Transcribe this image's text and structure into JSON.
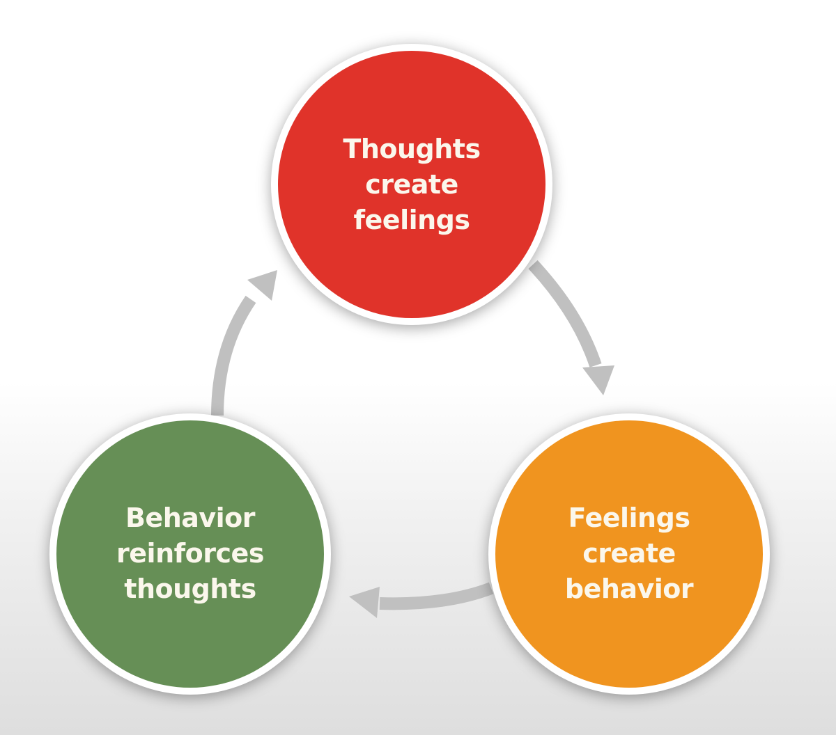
{
  "diagram": {
    "type": "cycle",
    "nodes": [
      {
        "id": "thoughts",
        "lines": [
          "Thoughts",
          "create",
          "feelings"
        ],
        "color": "#e0332a"
      },
      {
        "id": "feelings",
        "lines": [
          "Feelings",
          "create",
          "behavior"
        ],
        "color": "#f0941f"
      },
      {
        "id": "behavior",
        "lines": [
          "Behavior",
          "reinforces",
          "thoughts"
        ],
        "color": "#668f56"
      }
    ],
    "edges": [
      {
        "from": "thoughts",
        "to": "feelings"
      },
      {
        "from": "feelings",
        "to": "behavior"
      },
      {
        "from": "behavior",
        "to": "thoughts"
      }
    ],
    "arrow_color": "#c0c0c0",
    "ring_color": "#ffffff"
  }
}
